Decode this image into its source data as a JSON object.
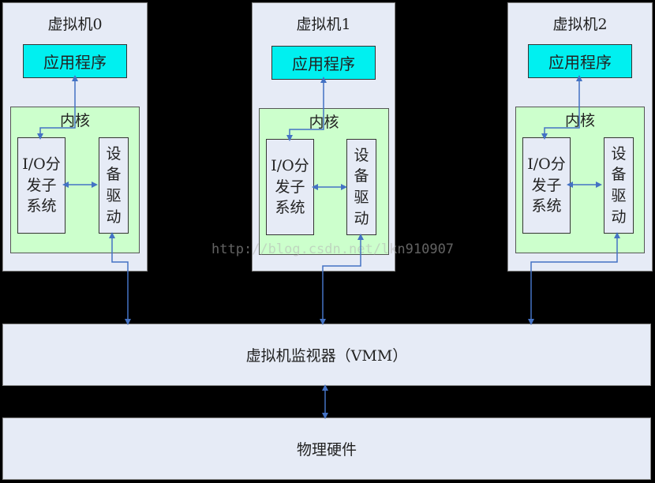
{
  "vms": [
    {
      "title": "虚拟机0",
      "app": "应用程序",
      "kernel": "内核",
      "io": "I/O分发子系统",
      "io_lines": [
        "I/O分",
        "发子",
        "系统"
      ],
      "driver_lines": [
        "设",
        "备",
        "驱",
        "动"
      ]
    },
    {
      "title": "虚拟机1",
      "app": "应用程序",
      "kernel": "内核",
      "io": "I/O分发子系统",
      "io_lines": [
        "I/O分",
        "发子",
        "系统"
      ],
      "driver_lines": [
        "设",
        "备",
        "驱",
        "动"
      ]
    },
    {
      "title": "虚拟机2",
      "app": "应用程序",
      "kernel": "内核",
      "io": "I/O分发子系统",
      "io_lines": [
        "I/O分",
        "发子",
        "系统"
      ],
      "driver_lines": [
        "设",
        "备",
        "驱",
        "动"
      ]
    }
  ],
  "vmm": {
    "label": "虚拟机监视器（VMM）"
  },
  "hardware": {
    "label": "物理硬件"
  },
  "watermark": "http://blog.csdn.net/lkn910907",
  "colors": {
    "app_fill": "#00f0f0",
    "kernel_fill": "#ccffcc",
    "box_fill": "#e6ebf6",
    "arrow": "#4472c4"
  }
}
